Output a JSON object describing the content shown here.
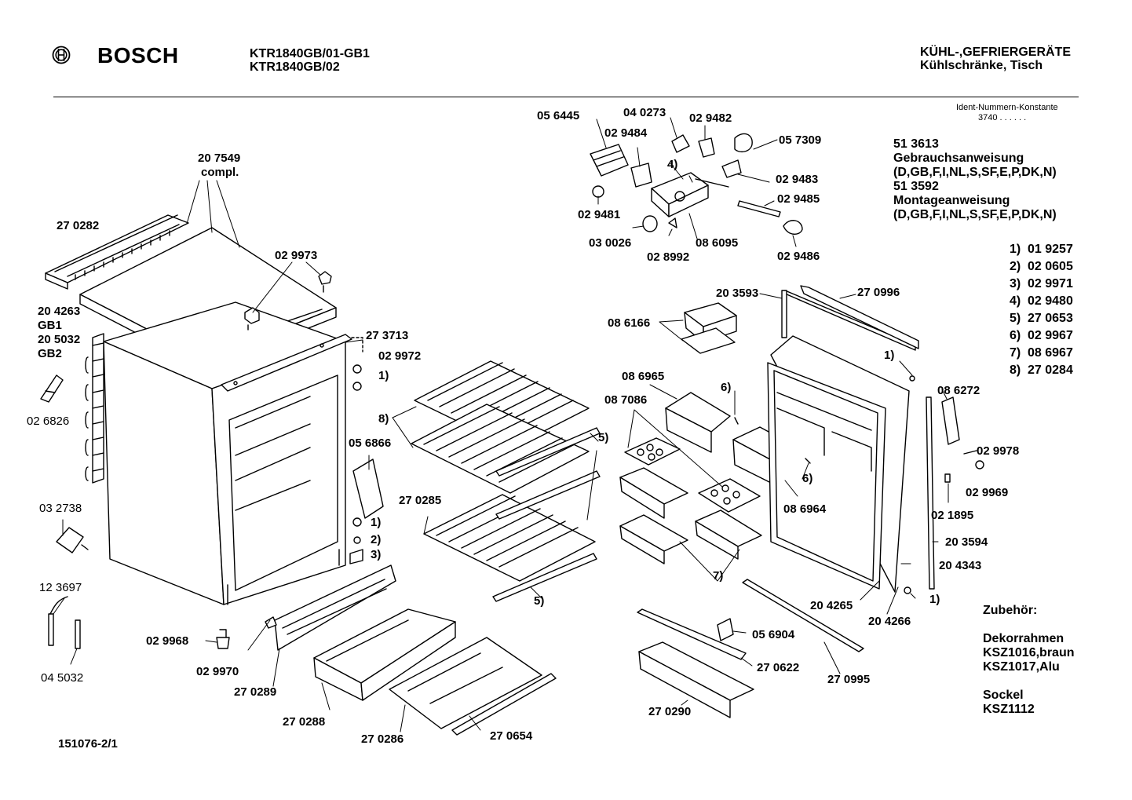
{
  "header": {
    "brand": "BOSCH",
    "model_line_1": "KTR1840GB/01-GB1",
    "model_line_2": "KTR1840GB/02",
    "category_line_1": "KÜHL-,GEFRIERGERÄTE",
    "category_line_2": "Kühlschränke, Tisch",
    "ident_label": "Ident-Nummern-Konstante",
    "ident_value": "3740  . .   . . . ."
  },
  "documents": {
    "line_1": "51 3613",
    "line_2": "Gebrauchsanweisung",
    "line_3": "(D,GB,F,I,NL,S,SF,E,P,DK,N)",
    "line_4": "51 3592",
    "line_5": "Montageanweisung",
    "line_6": "(D,GB,F,I,NL,S,SF,E,P,DK,N)"
  },
  "footnotes": [
    {
      "key": "1)",
      "value": "01 9257"
    },
    {
      "key": "2)",
      "value": "02 0605"
    },
    {
      "key": "3)",
      "value": "02 9971"
    },
    {
      "key": "4)",
      "value": "02 9480"
    },
    {
      "key": "5)",
      "value": "27 0653"
    },
    {
      "key": "6)",
      "value": "02 9967"
    },
    {
      "key": "7)",
      "value": "08 6967"
    },
    {
      "key": "8)",
      "value": "27 0284"
    }
  ],
  "accessories": {
    "title": "Zubehör:",
    "frame_title": "Dekorrahmen",
    "frame_item_1": "KSZ1016,braun",
    "frame_item_2": "KSZ1017,Alu",
    "base_title": "Sockel",
    "base_item": "KSZ1112"
  },
  "diagram_number": "151076-2/1",
  "parts": {
    "p207549": "20 7549",
    "compl": "compl.",
    "p270282": "27 0282",
    "p029973": "02 9973",
    "p204263": "20 4263",
    "gb1": "GB1",
    "p205032": "20 5032",
    "gb2": "GB2",
    "p273713": "27 3713",
    "p029972": "02 9972",
    "p026826": "02 6826",
    "p056866": "05 6866",
    "p032738": "03 2738",
    "p123697": "12 3697",
    "p045032": "04 5032",
    "p029968": "02 9968",
    "p029970": "02 9970",
    "p270289": "27 0289",
    "p270288": "27 0288",
    "p270286": "27 0286",
    "p270654": "27 0654",
    "p270285": "27 0285",
    "p056445": "05 6445",
    "p040273": "04 0273",
    "p029482": "02 9482",
    "p029484": "02 9484",
    "p057309": "05 7309",
    "p029483": "02 9483",
    "p029485": "02 9485",
    "p029481": "02 9481",
    "p030026": "03 0026",
    "p028992": "02 8992",
    "p086095": "08 6095",
    "p029486": "02 9486",
    "p203593": "20 3593",
    "p270996": "27 0996",
    "p086166": "08 6166",
    "p086965": "08 6965",
    "p087086": "08 7086",
    "p086272": "08 6272",
    "p029978": "02 9978",
    "p029969": "02 9969",
    "p021895": "02 1895",
    "p086964": "08 6964",
    "p203594": "20 3594",
    "p204343": "20 4343",
    "p204265": "20 4265",
    "p204266": "20 4266",
    "p056904": "05 6904",
    "p270622": "27 0622",
    "p270995": "27 0995",
    "p270290": "27 0290"
  },
  "callouts": {
    "c1": "1)",
    "c2": "2)",
    "c3": "3)",
    "c4": "4)",
    "c5": "5)",
    "c6": "6)",
    "c7": "7)",
    "c8": "8)"
  }
}
